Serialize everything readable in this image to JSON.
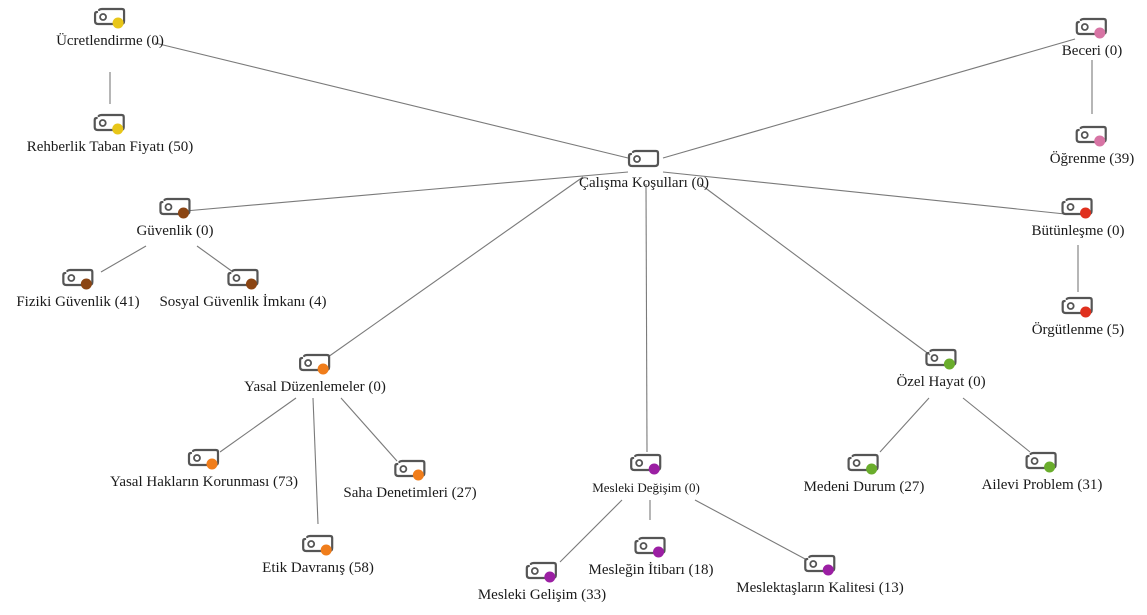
{
  "colors": {
    "edge": "#7a7a7a",
    "icon": "#555555",
    "ucretlendirme": "#e8c619",
    "beceri": "#d774a4",
    "guvenlik": "#8b4513",
    "butunlesme": "#e0301e",
    "yasal": "#f07d1b",
    "mesleki": "#9b1fa3",
    "ozel": "#6aad2c"
  },
  "nodes": {
    "root": {
      "label": "Çalışma Koşulları (0)"
    },
    "ucretlendirme": {
      "label": "Ücretlendirme (0)"
    },
    "rehberlik": {
      "label": "Rehberlik Taban Fiyatı (50)"
    },
    "beceri": {
      "label": "Beceri (0)"
    },
    "ogrenme": {
      "label": "Öğrenme (39)"
    },
    "guvenlik": {
      "label": "Güvenlik (0)"
    },
    "fiziki": {
      "label": "Fiziki Güvenlik (41)"
    },
    "sosyal": {
      "label": "Sosyal Güvenlik İmkanı (4)"
    },
    "butunlesme": {
      "label": "Bütünleşme (0)"
    },
    "orgutlenme": {
      "label": "Örgütlenme (5)"
    },
    "yasal": {
      "label": "Yasal Düzenlemeler (0)"
    },
    "haklar": {
      "label": "Yasal Hakların Korunması (73)"
    },
    "etik": {
      "label": "Etik Davranış (58)"
    },
    "saha": {
      "label": "Saha Denetimleri (27)"
    },
    "mesleki": {
      "label": "Mesleki Değişim (0)"
    },
    "gelisim": {
      "label": "Mesleki Gelişim (33)"
    },
    "itibar": {
      "label": "Mesleğin İtibarı (18)"
    },
    "kalite": {
      "label": "Meslektaşların Kalitesi (13)"
    },
    "ozel": {
      "label": "Özel Hayat (0)"
    },
    "medeni": {
      "label": "Medeni Durum (27)"
    },
    "ailevi": {
      "label": "Ailevi Problem (31)"
    }
  }
}
